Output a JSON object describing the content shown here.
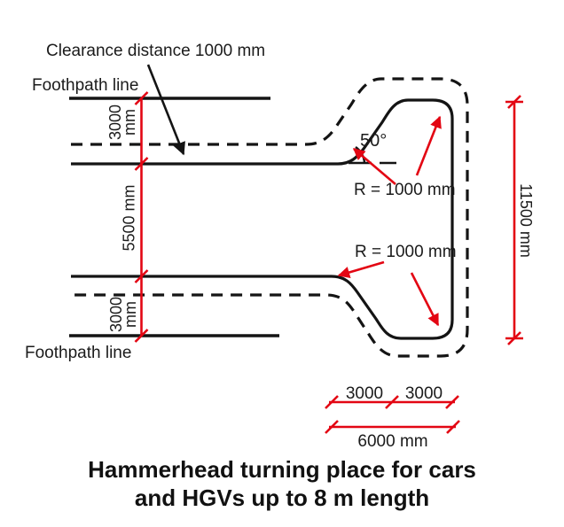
{
  "colors": {
    "dimension_red": "#e30613",
    "line_black": "#141414"
  },
  "labels": {
    "clearance_note": "Clearance distance 1000 mm",
    "footpath_top": "Foothpath line",
    "footpath_bottom": "Foothpath line",
    "offset_top_value": "3000",
    "offset_top_unit": "mm",
    "road_width": "5500 mm",
    "offset_bottom_value": "3000",
    "offset_bottom_unit": "mm",
    "head_length": "11500 mm",
    "turn_angle": "50°",
    "radius_top": "R = 1000 mm",
    "radius_bottom": "R = 1000 mm",
    "head_half_left": "3000",
    "head_half_right": "3000",
    "head_total": "6000 mm"
  },
  "title": {
    "line1": "Hammerhead turning place for cars",
    "line2": "and HGVs up to 8 m length"
  }
}
